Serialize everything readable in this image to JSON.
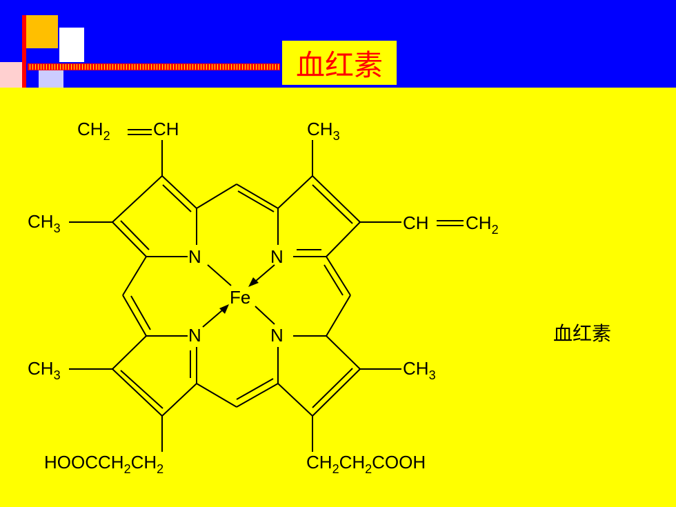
{
  "title": "血红素",
  "caption": "血红素",
  "colors": {
    "background": "#ffff00",
    "header": "#0000ff",
    "title_text": "#ff0000"
  },
  "labels": {
    "ch2_tl": "CH",
    "ch2_tl_sub": "2",
    "ch_tl": "CH",
    "ch3_top": "CH",
    "ch3_top_sub": "3",
    "ch3_left_top": "CH",
    "ch3_left_top_sub": "3",
    "ch_right": "CH",
    "ch2_right": "CH",
    "ch2_right_sub": "2",
    "n_tl": "N",
    "n_tr": "N",
    "n_bl": "N",
    "n_br": "N",
    "fe": "Fe",
    "ch3_left_bot": "CH",
    "ch3_left_bot_sub": "3",
    "ch3_right_bot": "CH",
    "ch3_right_bot_sub": "3",
    "hooc_a": "HOOCCH",
    "hooc_sub1": "2",
    "hooc_b": "CH",
    "hooc_sub2": "2",
    "cooh_a": "CH",
    "cooh_sub1": "2",
    "cooh_b": "CH",
    "cooh_sub2": "2",
    "cooh_c": "COOH"
  }
}
